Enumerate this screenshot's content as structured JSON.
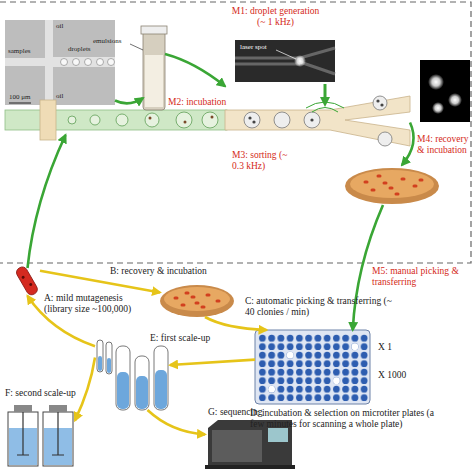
{
  "diagram": {
    "nodes": [
      {
        "text": [
          "M1: droplet generation (~ 1 kHz)"
        ]
      },
      {
        "text": [
          "M2: incubation"
        ]
      },
      {
        "text": [
          "M3: sorting (~ 0.3 kHz)"
        ]
      },
      {
        "text": [
          "M4: recovery & incubation"
        ]
      },
      {
        "text": [
          "A: mild mutagenesis (library size ~100,000)"
        ]
      },
      {
        "text": [
          "B: recovery & incubation"
        ]
      },
      {
        "text": [
          "D: incubation & selection on microtiter plates (a few minutes for scanning a whole plate)"
        ]
      },
      {
        "text": [
          "E: first scale-up"
        ]
      },
      {
        "text": [
          "F: second scale-up"
        ]
      },
      {
        "text": [
          "G: sequencing"
        ]
      }
    ],
    "edges": [
      {
        "from": 4,
        "to": 0,
        "arrow": "to"
      },
      {
        "from": 0,
        "to": 1,
        "arrow": "to"
      },
      {
        "from": 1,
        "to": 2,
        "arrow": "to"
      },
      {
        "from": 2,
        "to": 3,
        "arrow": "to"
      },
      {
        "from": 3,
        "to": 6,
        "arrow": "to",
        "label": "M5: manual picking & transferring"
      },
      {
        "from": 4,
        "to": 5,
        "arrow": "to"
      },
      {
        "from": 5,
        "to": 6,
        "arrow": "to",
        "label": "C: automatic picking & transferring (~ 40 clonies / min)"
      },
      {
        "from": 6,
        "to": 7,
        "arrow": "to"
      },
      {
        "from": 7,
        "to": 4,
        "arrow": "to"
      },
      {
        "from": 7,
        "to": 8,
        "arrow": "to"
      },
      {
        "from": 7,
        "to": 9,
        "arrow": "to"
      }
    ],
    "labels": [
      "samples",
      "oil",
      "oil",
      "droplets",
      "100 μm",
      "emulsions",
      "laser spot",
      "X 1",
      "X 1000"
    ]
  }
}
